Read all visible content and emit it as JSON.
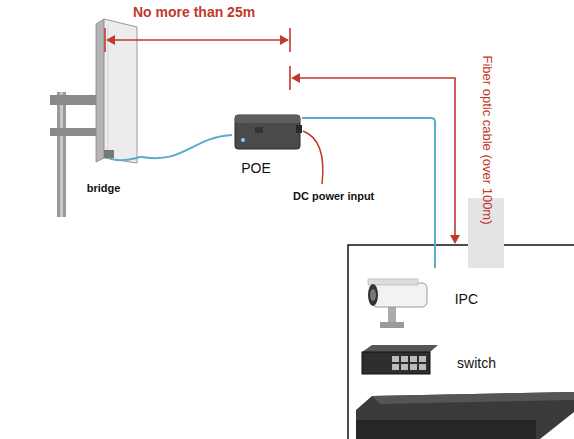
{
  "diagram": {
    "nodes": [
      {
        "text": [
          "bridge"
        ]
      },
      {
        "text": [
          "POE"
        ]
      },
      {
        "text": [
          "IPC"
        ]
      },
      {
        "text": [
          "switch"
        ]
      }
    ],
    "edges": [
      {
        "from": 0,
        "to": 1,
        "arrow": "none"
      },
      {
        "from": 1,
        "to": 2,
        "arrow": "none"
      }
    ],
    "labels": [
      "No more than 25m",
      "DC power input",
      "Fiber optic cable (over 100m)"
    ]
  }
}
